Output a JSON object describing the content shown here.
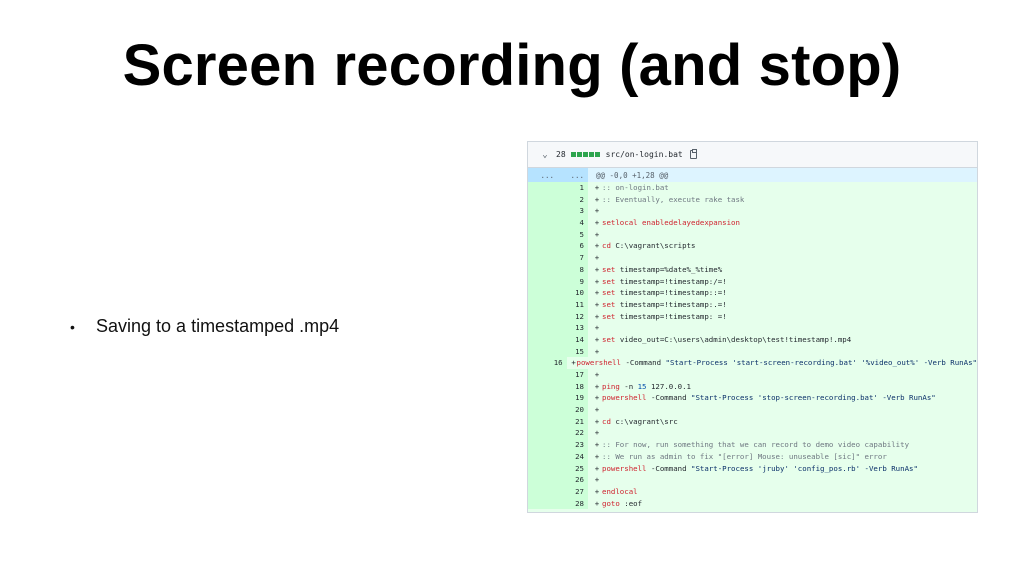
{
  "slide": {
    "title": "Screen recording (and stop)",
    "bullets": [
      "Saving to a timestamped .mp4"
    ]
  },
  "diff": {
    "chevron_icon": "chevron-down-icon",
    "count": "28",
    "filename": "src/on-login.bat",
    "copy_icon": "copy-icon",
    "hunk": {
      "old_ln": "...",
      "new_ln": "...",
      "text": "@@ -0,0 +1,28 @@"
    },
    "colors": {
      "added_bg": "#e6ffec",
      "added_ln_bg": "#ccffd8",
      "hunk_bg": "#ddf4ff",
      "keyword": "#cf222e",
      "string": "#0a3069",
      "comment": "#6e7781",
      "diffstat": "#2da44e"
    },
    "lines": [
      {
        "n": "1",
        "sign": "+",
        "tokens": [
          {
            "t": ":: on-login.bat",
            "k": "comment"
          }
        ]
      },
      {
        "n": "2",
        "sign": "+",
        "tokens": [
          {
            "t": ":: Eventually, execute rake task",
            "k": "comment"
          }
        ]
      },
      {
        "n": "3",
        "sign": "+",
        "tokens": []
      },
      {
        "n": "4",
        "sign": "+",
        "tokens": [
          {
            "t": "setlocal enabledelayedexpansion",
            "k": "kw"
          }
        ]
      },
      {
        "n": "5",
        "sign": "+",
        "tokens": []
      },
      {
        "n": "6",
        "sign": "+",
        "tokens": [
          {
            "t": "cd ",
            "k": "kw"
          },
          {
            "t": "C:\\vagrant\\scripts",
            "k": "plain"
          }
        ]
      },
      {
        "n": "7",
        "sign": "+",
        "tokens": []
      },
      {
        "n": "8",
        "sign": "+",
        "tokens": [
          {
            "t": "set ",
            "k": "kw"
          },
          {
            "t": "timestamp=%date%_%time%",
            "k": "plain"
          }
        ]
      },
      {
        "n": "9",
        "sign": "+",
        "tokens": [
          {
            "t": "set ",
            "k": "kw"
          },
          {
            "t": "timestamp=!timestamp:/=!",
            "k": "plain"
          }
        ]
      },
      {
        "n": "10",
        "sign": "+",
        "tokens": [
          {
            "t": "set ",
            "k": "kw"
          },
          {
            "t": "timestamp=!timestamp::=!",
            "k": "plain"
          }
        ]
      },
      {
        "n": "11",
        "sign": "+",
        "tokens": [
          {
            "t": "set ",
            "k": "kw"
          },
          {
            "t": "timestamp=!timestamp:.=!",
            "k": "plain"
          }
        ]
      },
      {
        "n": "12",
        "sign": "+",
        "tokens": [
          {
            "t": "set ",
            "k": "kw"
          },
          {
            "t": "timestamp=!timestamp: =!",
            "k": "plain"
          }
        ]
      },
      {
        "n": "13",
        "sign": "+",
        "tokens": []
      },
      {
        "n": "14",
        "sign": "+",
        "tokens": [
          {
            "t": "set ",
            "k": "kw"
          },
          {
            "t": "video_out=C:\\users\\admin\\desktop\\test!timestamp!.mp4",
            "k": "plain"
          }
        ]
      },
      {
        "n": "15",
        "sign": "+",
        "tokens": []
      },
      {
        "n": "16",
        "sign": "+",
        "tokens": [
          {
            "t": "powershell ",
            "k": "kw"
          },
          {
            "t": "-Command ",
            "k": "plain"
          },
          {
            "t": "\"Start-Process 'start-screen-recording.bat' '%video_out%' -Verb RunAs\"",
            "k": "str"
          }
        ]
      },
      {
        "n": "17",
        "sign": "+",
        "tokens": []
      },
      {
        "n": "18",
        "sign": "+",
        "tokens": [
          {
            "t": "ping ",
            "k": "kw"
          },
          {
            "t": "-n ",
            "k": "plain"
          },
          {
            "t": "15",
            "k": "num"
          },
          {
            "t": " 127.0.0.1",
            "k": "plain"
          }
        ]
      },
      {
        "n": "19",
        "sign": "+",
        "tokens": [
          {
            "t": "powershell ",
            "k": "kw"
          },
          {
            "t": "-Command ",
            "k": "plain"
          },
          {
            "t": "\"Start-Process 'stop-screen-recording.bat' -Verb RunAs\"",
            "k": "str"
          }
        ]
      },
      {
        "n": "20",
        "sign": "+",
        "tokens": []
      },
      {
        "n": "21",
        "sign": "+",
        "tokens": [
          {
            "t": "cd ",
            "k": "kw"
          },
          {
            "t": "c:\\vagrant\\src",
            "k": "plain"
          }
        ]
      },
      {
        "n": "22",
        "sign": "+",
        "tokens": []
      },
      {
        "n": "23",
        "sign": "+",
        "tokens": [
          {
            "t": ":: For now, run something that we can record to demo video capability",
            "k": "comment"
          }
        ]
      },
      {
        "n": "24",
        "sign": "+",
        "tokens": [
          {
            "t": ":: We run as admin to fix \"[error] Mouse: unuseable [sic]\" error",
            "k": "comment"
          }
        ]
      },
      {
        "n": "25",
        "sign": "+",
        "tokens": [
          {
            "t": "powershell ",
            "k": "kw"
          },
          {
            "t": "-Command ",
            "k": "plain"
          },
          {
            "t": "\"Start-Process 'jruby' 'config_pos.rb' -Verb RunAs\"",
            "k": "str"
          }
        ]
      },
      {
        "n": "26",
        "sign": "+",
        "tokens": []
      },
      {
        "n": "27",
        "sign": "+",
        "tokens": [
          {
            "t": "endlocal",
            "k": "kw"
          }
        ]
      },
      {
        "n": "28",
        "sign": "+",
        "tokens": [
          {
            "t": "goto ",
            "k": "kw"
          },
          {
            "t": ":eof",
            "k": "plain"
          }
        ]
      }
    ]
  }
}
